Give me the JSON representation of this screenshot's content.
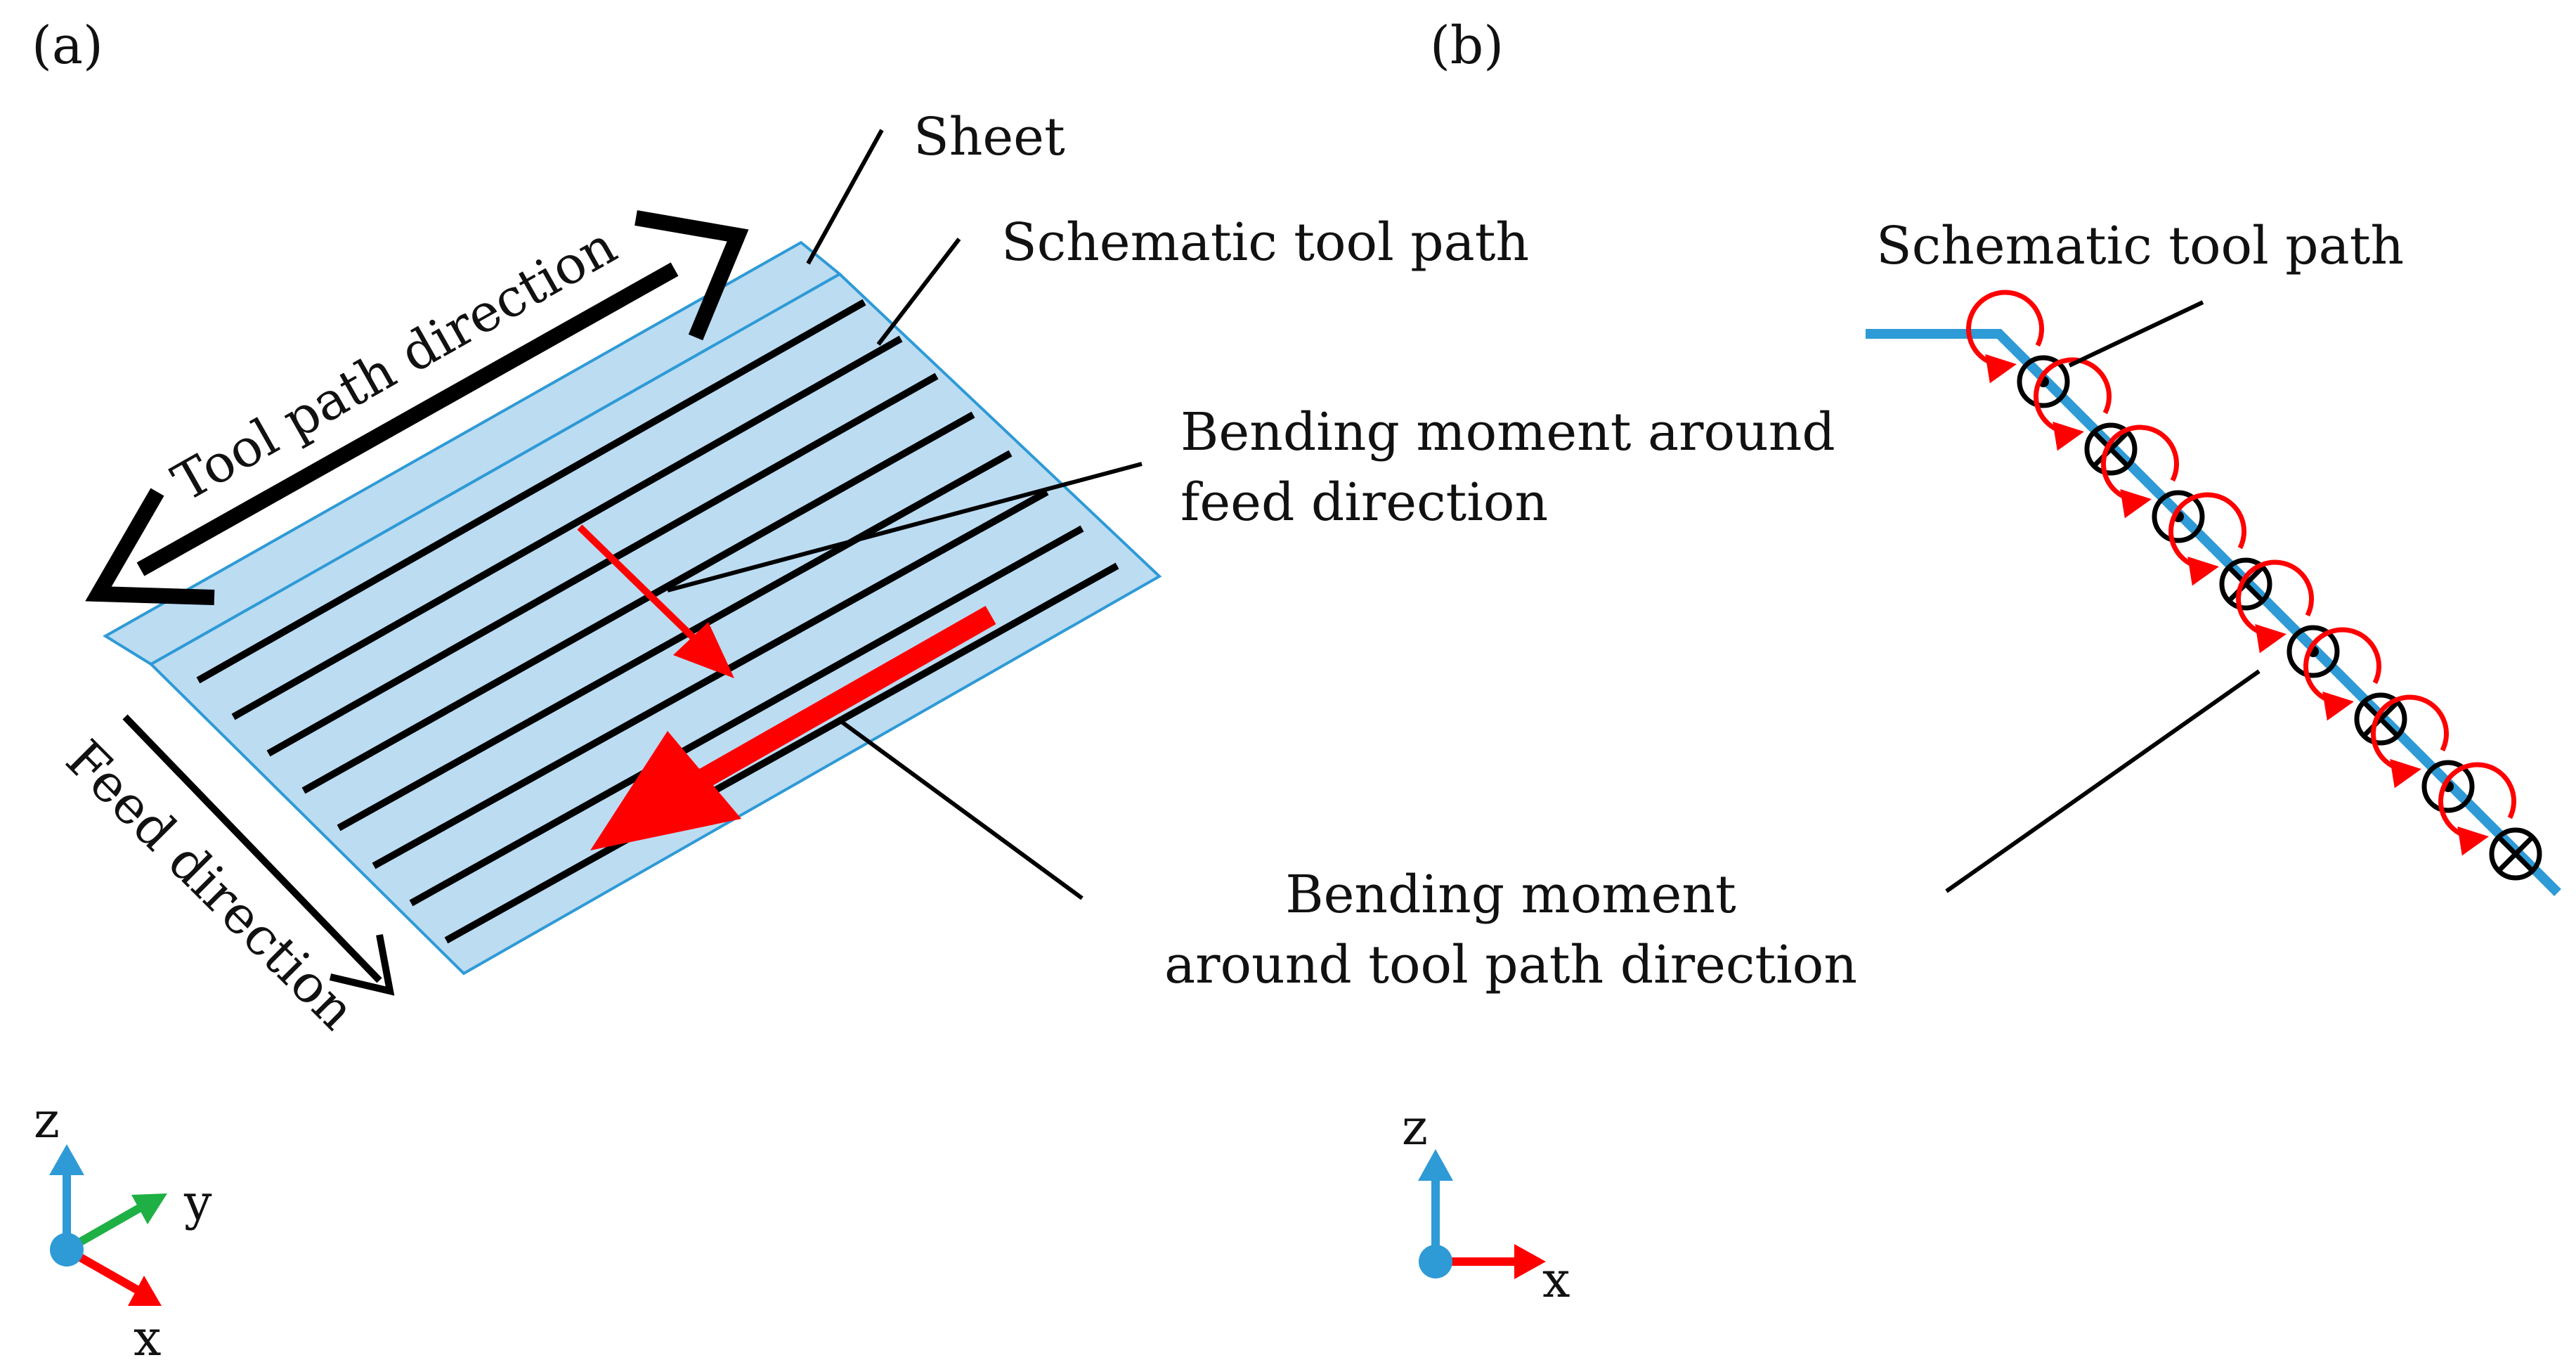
{
  "panels": {
    "a": {
      "label": "(a)",
      "sheet_label": "Sheet",
      "tool_path_label": "Schematic tool path",
      "moment_feed_label": [
        "Bending moment around",
        "feed direction"
      ],
      "moment_toolpath_label": [
        "Bending moment",
        "around tool path direction"
      ],
      "tool_path_direction_label": "Tool path direction",
      "feed_direction_label": "Feed direction",
      "axes": {
        "z": "z",
        "y": "y",
        "x": "x"
      }
    },
    "b": {
      "label": "(b)",
      "tool_path_label": "Schematic tool path",
      "axes": {
        "z": "z",
        "x": "x"
      },
      "moment_symbols": [
        "out-of-plane",
        "into-plane",
        "out-of-plane",
        "into-plane",
        "out-of-plane",
        "into-plane",
        "out-of-plane",
        "into-plane"
      ]
    }
  },
  "colors": {
    "sheet_fill": "#bcdcf2",
    "sheet_edge": "#2e9ad6",
    "tool_path_line": "#2e9ad6",
    "moment_arrow": "#ff0000",
    "axis_z": "#2e9ad6",
    "axis_y": "#1fb045",
    "axis_x": "#ff0000",
    "black": "#000000"
  }
}
